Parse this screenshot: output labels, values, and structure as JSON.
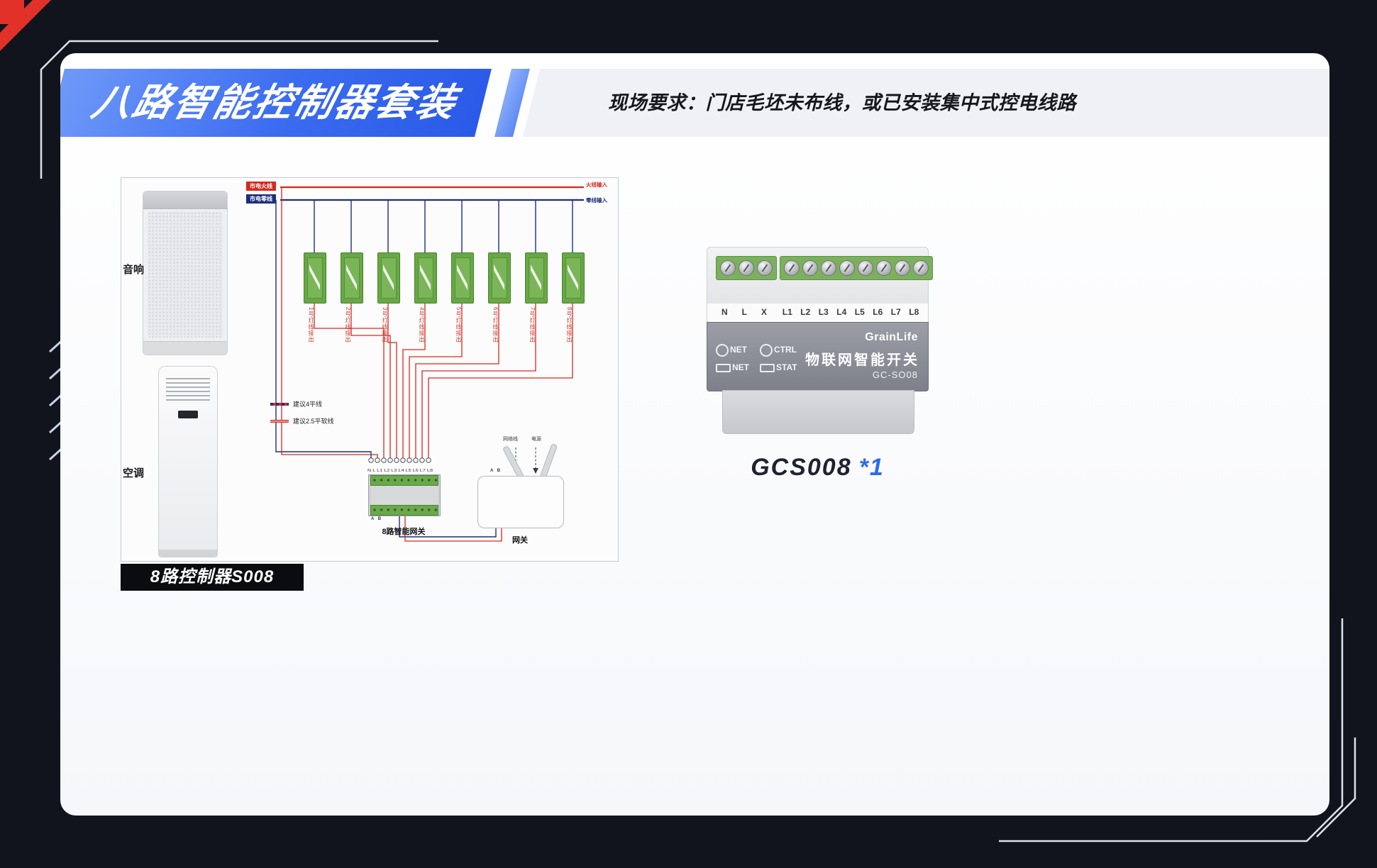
{
  "colors": {
    "accent_blue": "#3a6bf0",
    "accent_red": "#e23128",
    "wire_live": "#d7281e",
    "wire_neutral": "#1d2e7c",
    "relay_green": "#67a844",
    "terminal_green": "#7bb15c"
  },
  "header": {
    "title": "八路智能控制器套装",
    "requirement": "现场要求：门店毛坯未布线，或已安装集中式控电线路"
  },
  "diagram": {
    "bus": {
      "live_tag": "市电火线",
      "neutral_tag": "市电零线",
      "live_input": "火线输入",
      "neutral_input": "零线输入"
    },
    "speaker_label": "音响",
    "ac_label": "空调",
    "gateway_label": "网关",
    "controller_label": "8路智能网关",
    "gateway_notes": [
      "网络线",
      "电源"
    ],
    "port_note": "A B",
    "terminal_row": "N L L1 L2 L3 L4 L5 L6 L7 L8",
    "legend": [
      {
        "label": "建议4平线"
      },
      {
        "label": "建议2.5平软线"
      }
    ],
    "lamp_outputs": [
      "1号灯线接出",
      "2号灯线接出",
      "3号灯线接出",
      "4号灯线接出",
      "5号灯线接出",
      "6号灯线接出",
      "7号灯线接出",
      "8号灯线接出"
    ]
  },
  "badge": {
    "label": "8路控制器S008"
  },
  "product": {
    "brand": "GrainLife",
    "name": "物联网智能开关",
    "model": "GC-SO08",
    "terminals": [
      "N",
      "L",
      "X",
      "L1",
      "L2",
      "L3",
      "L4",
      "L5",
      "L6",
      "L7",
      "L8"
    ],
    "indicator_buttons": [
      "NET",
      "CTRL"
    ],
    "indicator_lights": [
      "NET",
      "STAT"
    ],
    "caption_model": "GCS008",
    "caption_qty": "*1"
  }
}
